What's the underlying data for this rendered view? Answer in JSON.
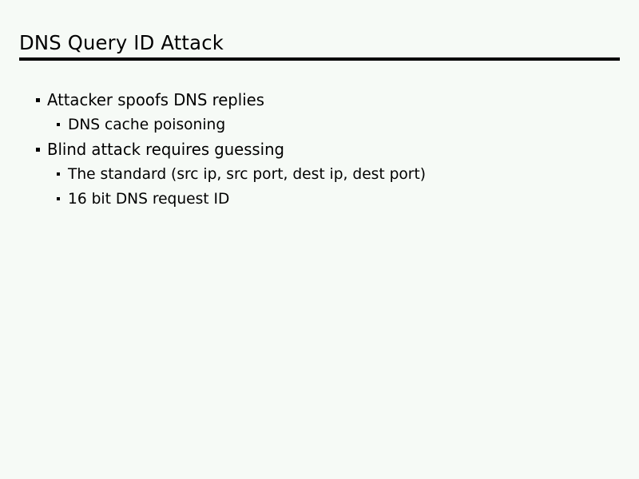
{
  "slide": {
    "title": "DNS Query ID Attack",
    "background_color": "#f6faf6",
    "text_color": "#000000",
    "rule_color": "#000000",
    "bullets": [
      {
        "level": 1,
        "text": "Attacker spoofs DNS replies",
        "marker": "square-bullet-icon"
      },
      {
        "level": 2,
        "text": "DNS cache poisoning",
        "marker": "square-bullet-icon"
      },
      {
        "level": 1,
        "text": "Blind attack requires guessing",
        "marker": "square-bullet-icon"
      },
      {
        "level": 2,
        "text": "The standard (src ip, src port, dest ip, dest port)",
        "marker": "square-bullet-icon"
      },
      {
        "level": 2,
        "text": "16 bit DNS request ID",
        "marker": "square-bullet-icon"
      }
    ]
  }
}
